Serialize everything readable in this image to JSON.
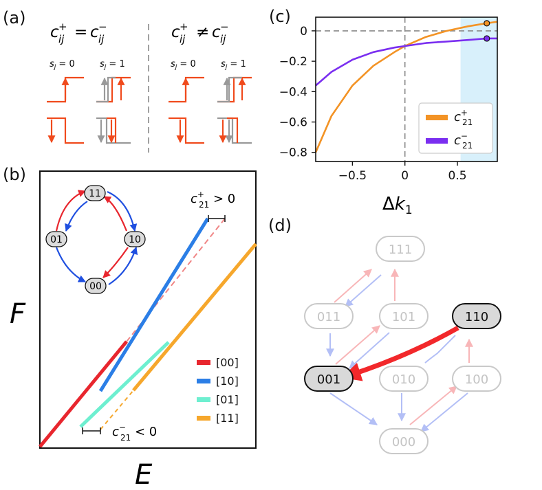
{
  "panels": {
    "a": {
      "label": "(a)",
      "eq_left": "c_ij^+ = c_ij^-",
      "eq_right": "c_ij^+ ≠ c_ij^-",
      "s0": "s_j = 0",
      "s1": "s_j = 1"
    },
    "b": {
      "label": "(b)",
      "xlabel": "E",
      "ylabel": "F",
      "annot_pos": "c_21^+ > 0",
      "annot_neg": "c_21^- < 0",
      "states": [
        "11",
        "01",
        "10",
        "00"
      ],
      "legend": [
        {
          "label": "[00]",
          "color": "#e8262e"
        },
        {
          "label": "[10]",
          "color": "#2b7ee6"
        },
        {
          "label": "[01]",
          "color": "#6eefd0"
        },
        {
          "label": "[11]",
          "color": "#f6a72c"
        }
      ]
    },
    "c": {
      "label": "(c)",
      "xlabel": "Δk_1",
      "colors": {
        "plus": "#f39325",
        "minus": "#7a2ef0",
        "shade": "#d8f0fb"
      }
    },
    "d": {
      "label": "(d)",
      "nodes": [
        "111",
        "011",
        "101",
        "110",
        "001",
        "010",
        "100",
        "000"
      ]
    }
  },
  "chart_data": {
    "type": "line",
    "xlabel": "Δk_1",
    "ylabel": "",
    "xlim": [
      -0.85,
      0.88
    ],
    "ylim": [
      -0.86,
      0.09
    ],
    "xticks": [
      -0.5,
      0,
      0.5
    ],
    "xtick_labels": [
      "−0.5",
      "0",
      "0.5"
    ],
    "yticks": [
      0,
      -0.2,
      -0.4,
      -0.6,
      -0.8
    ],
    "ytick_labels": [
      "0",
      "−0.2",
      "−0.4",
      "−0.6",
      "−0.8"
    ],
    "shaded_x_range": [
      0.53,
      0.88
    ],
    "legend_position": "lower-right",
    "series": [
      {
        "name": "c_21^+",
        "color": "#f39325",
        "x": [
          -0.85,
          -0.7,
          -0.5,
          -0.3,
          -0.1,
          0,
          0.2,
          0.4,
          0.6,
          0.78,
          0.88
        ],
        "y": [
          -0.8,
          -0.56,
          -0.36,
          -0.23,
          -0.14,
          -0.1,
          -0.04,
          0.0,
          0.03,
          0.05,
          0.06
        ],
        "marker": {
          "x": 0.78,
          "y": 0.05
        }
      },
      {
        "name": "c_21^-",
        "color": "#7a2ef0",
        "x": [
          -0.85,
          -0.7,
          -0.5,
          -0.3,
          -0.1,
          0,
          0.2,
          0.4,
          0.6,
          0.78,
          0.88
        ],
        "y": [
          -0.36,
          -0.27,
          -0.19,
          -0.14,
          -0.11,
          -0.1,
          -0.08,
          -0.07,
          -0.06,
          -0.05,
          -0.05
        ],
        "marker": {
          "x": 0.78,
          "y": -0.05
        }
      }
    ]
  }
}
